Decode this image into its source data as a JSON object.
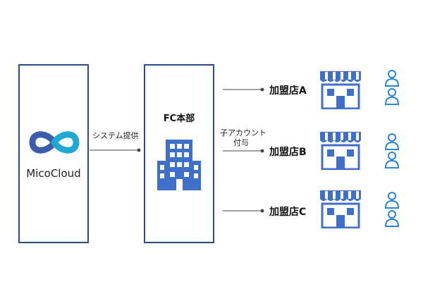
{
  "brand": {
    "name": "MicoCloud"
  },
  "hq": {
    "title": "FC本部"
  },
  "arrows": {
    "provide_label": "システム提供",
    "sub_account_line1": "子アカウント",
    "sub_account_line2": "付与"
  },
  "stores": [
    {
      "label": "加盟店A",
      "icon": "store-icon",
      "users_icon": "users-icon"
    },
    {
      "label": "加盟店B",
      "icon": "store-icon",
      "users_icon": "users-icon"
    },
    {
      "label": "加盟店C",
      "icon": "store-icon",
      "users_icon": "users-icon"
    }
  ],
  "colors": {
    "box_border": "#2c4a8c",
    "icon_blue": "#3f6fc8",
    "arrow": "#444444",
    "user_icon": "#2a86d6",
    "logo_left": "#3b5dab",
    "logo_right": "#1fa9d0"
  }
}
